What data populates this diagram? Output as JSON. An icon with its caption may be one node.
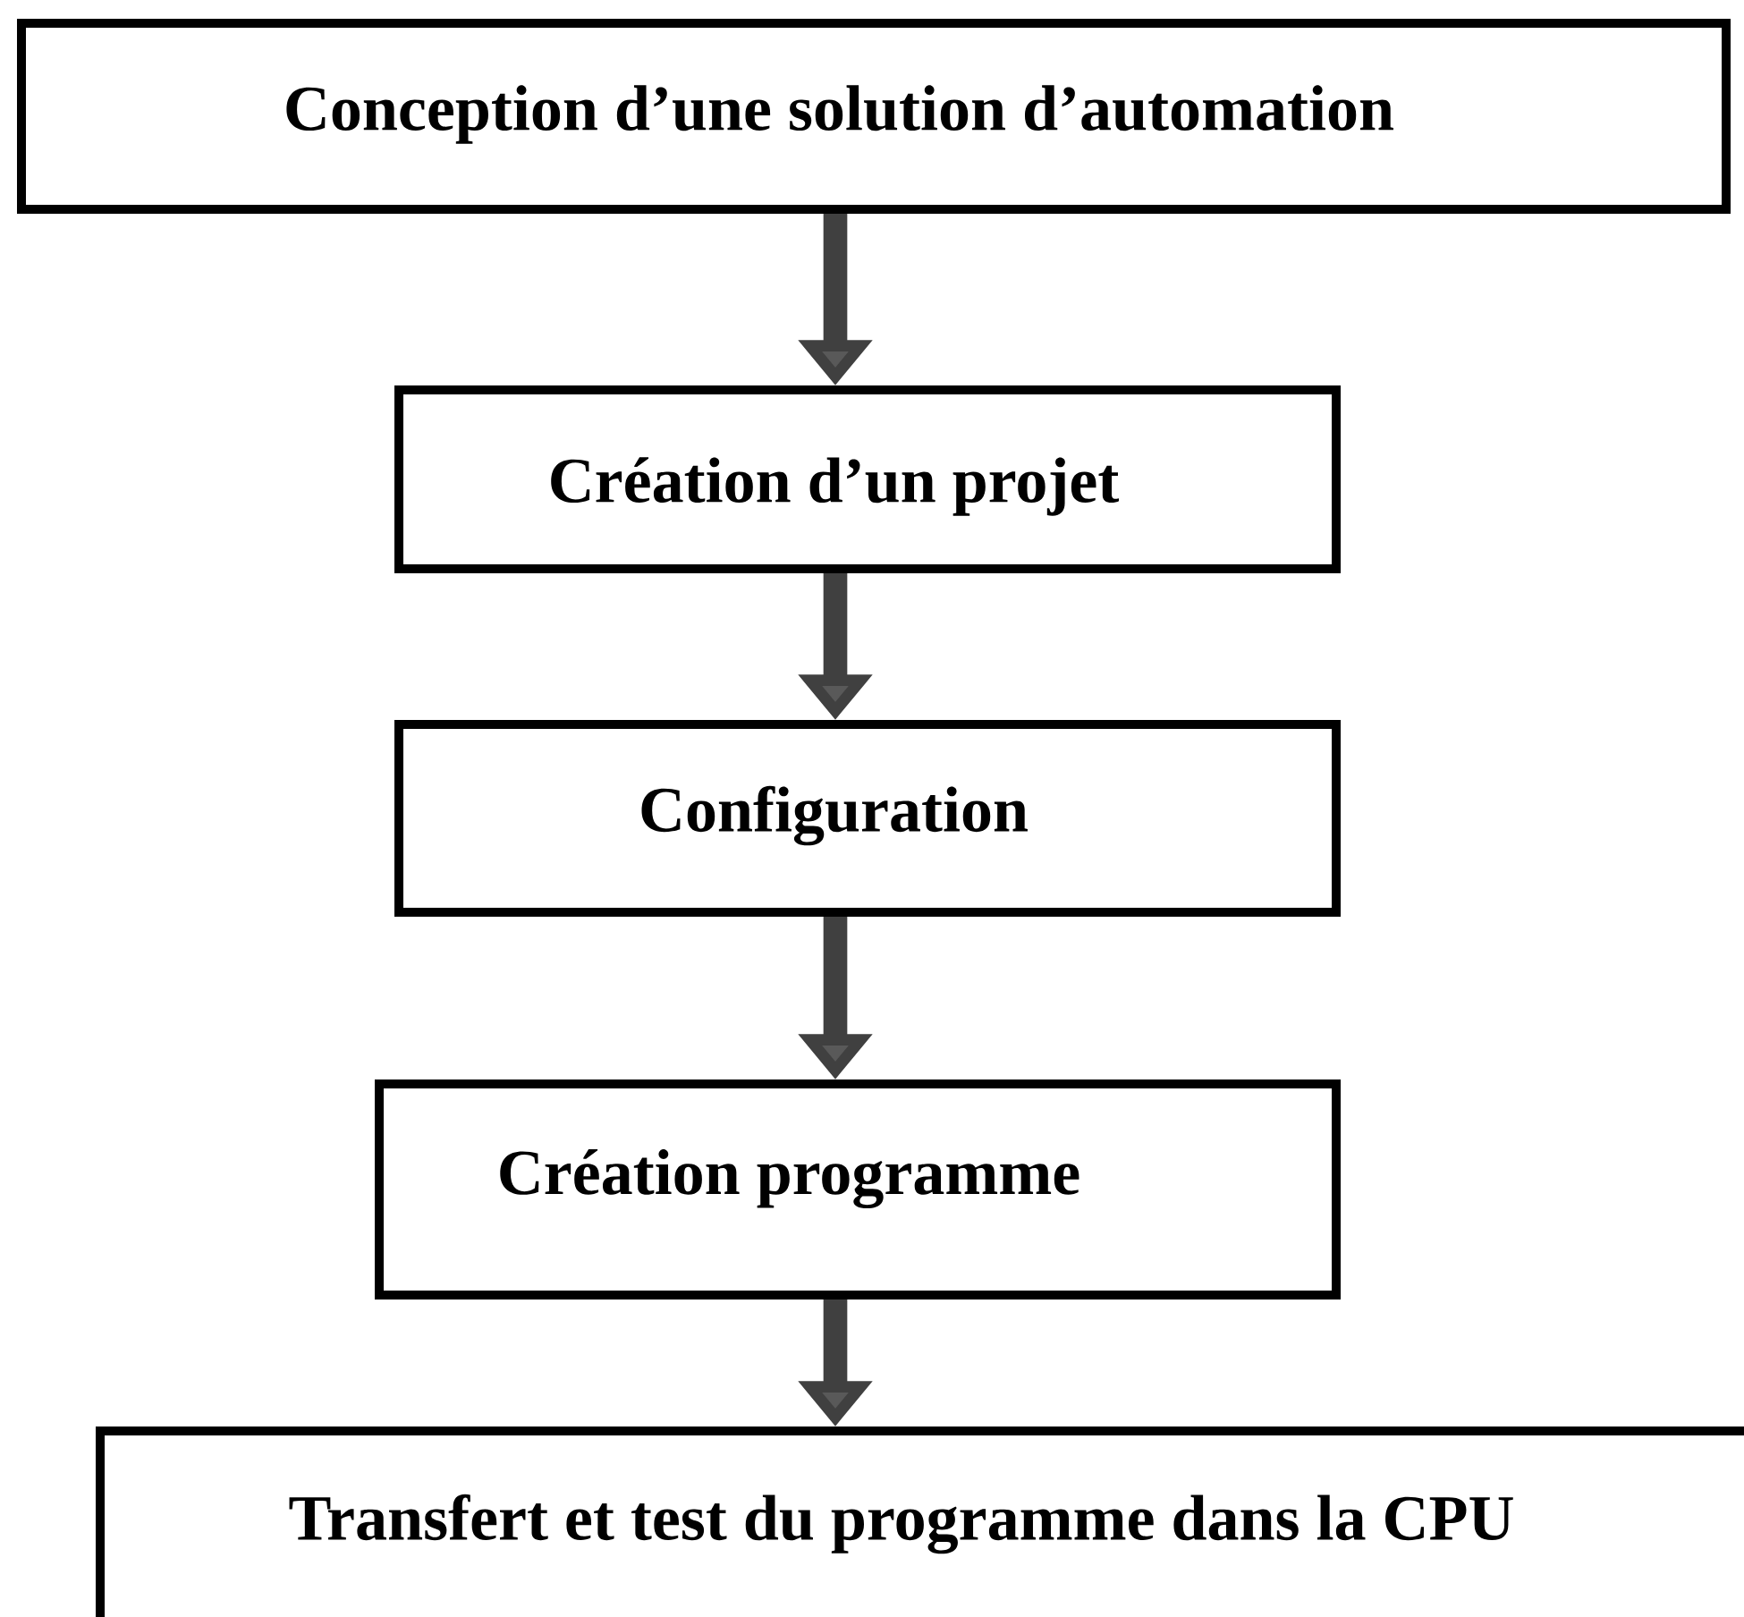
{
  "diagram": {
    "nodes": [
      {
        "text": [
          "Conception d’une solution d’automation"
        ]
      },
      {
        "text": [
          "Création d’un projet"
        ]
      },
      {
        "text": [
          "Configuration"
        ]
      },
      {
        "text": [
          "Création programme"
        ]
      },
      {
        "text": [
          "Transfert et test du programme dans la CPU"
        ]
      }
    ],
    "edges": [
      {
        "from": 0,
        "to": 1,
        "arrow": "to"
      },
      {
        "from": 1,
        "to": 2,
        "arrow": "to"
      },
      {
        "from": 2,
        "to": 3,
        "arrow": "to"
      },
      {
        "from": 3,
        "to": 4,
        "arrow": "to"
      }
    ]
  }
}
